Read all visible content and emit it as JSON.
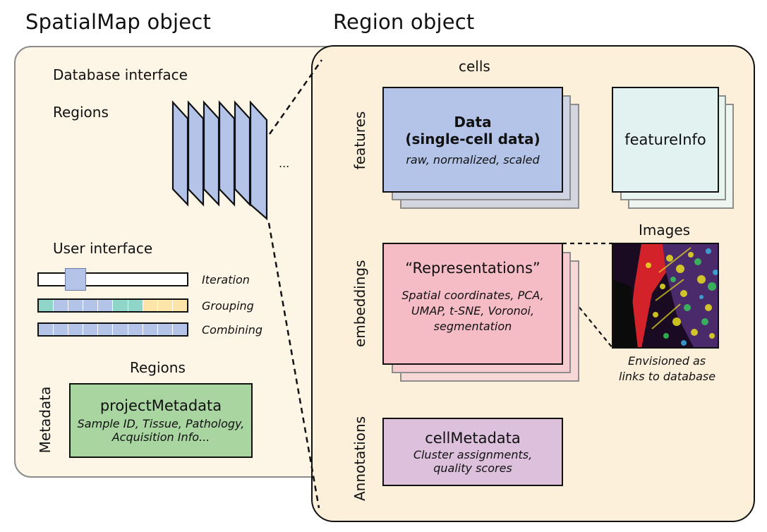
{
  "titles": {
    "spatialmap": "SpatialMap object",
    "region": "Region object"
  },
  "left": {
    "database_interface": "Database interface",
    "regions": "Regions",
    "ellipsis": "...",
    "user_interface": "User interface",
    "bars": [
      {
        "label": "Iteration",
        "cells": [
          "#ffffff",
          "#ffffff",
          "#ffffff",
          "#ffffff",
          "#ffffff",
          "#ffffff",
          "#ffffff",
          "#ffffff",
          "#ffffff",
          "#ffffff"
        ],
        "highlight": 2
      },
      {
        "label": "Grouping",
        "cells": [
          "#8fd6c8",
          "#b4c4e8",
          "#b4c4e8",
          "#b4c4e8",
          "#b4c4e8",
          "#8fd6c8",
          "#8fd6c8",
          "#fde4a8",
          "#fde4a8",
          "#fde4a8"
        ]
      },
      {
        "label": "Combining",
        "cells": [
          "#b4c4e8",
          "#b4c4e8",
          "#b4c4e8",
          "#b4c4e8",
          "#b4c4e8",
          "#b4c4e8",
          "#b4c4e8",
          "#b4c4e8",
          "#b4c4e8",
          "#b4c4e8"
        ]
      }
    ],
    "regions_label2": "Regions",
    "metadata_label": "Metadata",
    "project_metadata": {
      "title": "projectMetadata",
      "line1": "Sample ID, Tissue, Pathology,",
      "line2": "Acquisition Info..."
    }
  },
  "right": {
    "cells_label": "cells",
    "features_label": "features",
    "embeddings_label": "embeddings",
    "annotations_label": "Annotations",
    "data_box": {
      "title1": "Data",
      "title2": "(single-cell data)",
      "subtitle": "raw, normalized, scaled"
    },
    "featureinfo": "featureInfo",
    "images_label": "Images",
    "representations": {
      "title": "“Representations”",
      "line1": "Spatial coordinates, PCA,",
      "line2": "UMAP, t-SNE, Voronoi,",
      "line3": "segmentation"
    },
    "envisioned": {
      "line1": "Envisioned as",
      "line2": "links to database"
    },
    "cellmetadata": {
      "title": "cellMetadata",
      "line1": "Cluster assignments,",
      "line2": "quality scores"
    }
  },
  "colors": {
    "panel_left": "#fdf5e6",
    "panel_right": "#fdf0db",
    "data_blue": "#b4c4e8",
    "featureinfo_teal": "#e2f2f0",
    "representations_pink": "#f6bcc6",
    "metadata_green": "#a8d5a0",
    "cellmetadata_purple": "#dcc0dc"
  }
}
